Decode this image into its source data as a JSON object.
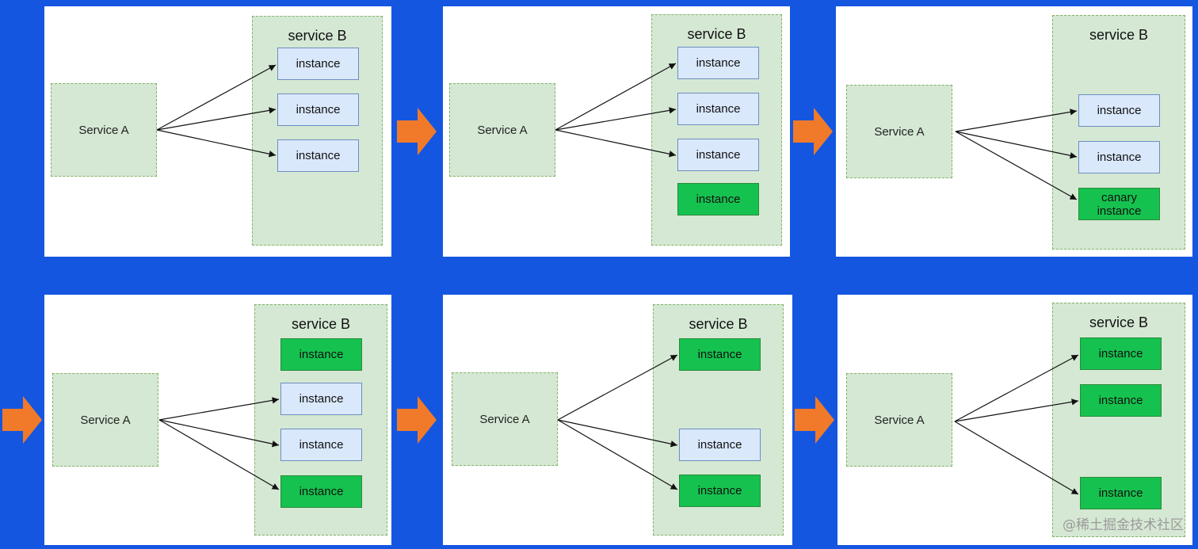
{
  "colors": {
    "background": "#1556e0",
    "service_fill": "#d5e8d4",
    "service_border": "#82b366",
    "old_instance_fill": "#dae8fc",
    "new_instance_fill": "#16c24f",
    "arrow": "#f07a2a"
  },
  "labels": {
    "service_a": "Service A",
    "service_b": "service B"
  },
  "panels": [
    {
      "instances": [
        {
          "label": "instance",
          "kind": "old"
        },
        {
          "label": "instance",
          "kind": "old"
        },
        {
          "label": "instance",
          "kind": "old"
        }
      ]
    },
    {
      "instances": [
        {
          "label": "instance",
          "kind": "old"
        },
        {
          "label": "instance",
          "kind": "old"
        },
        {
          "label": "instance",
          "kind": "old"
        },
        {
          "label": "instance",
          "kind": "new"
        }
      ]
    },
    {
      "instances": [
        {
          "label": "instance",
          "kind": "old"
        },
        {
          "label": "instance",
          "kind": "old"
        },
        {
          "label": "canary instance",
          "kind": "new"
        }
      ]
    },
    {
      "instances": [
        {
          "label": "instance",
          "kind": "new"
        },
        {
          "label": "instance",
          "kind": "old"
        },
        {
          "label": "instance",
          "kind": "old"
        },
        {
          "label": "instance",
          "kind": "new"
        }
      ]
    },
    {
      "instances": [
        {
          "label": "instance",
          "kind": "new"
        },
        {
          "label": "instance",
          "kind": "old"
        },
        {
          "label": "instance",
          "kind": "new"
        }
      ]
    },
    {
      "instances": [
        {
          "label": "instance",
          "kind": "new"
        },
        {
          "label": "instance",
          "kind": "new"
        },
        {
          "label": "instance",
          "kind": "new"
        }
      ]
    }
  ],
  "watermark": "@稀土掘金技术社区"
}
